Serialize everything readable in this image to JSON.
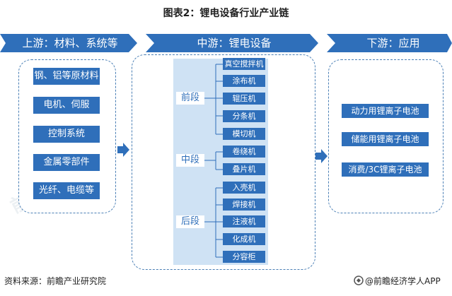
{
  "title": "图表2：锂电设备行业产业链",
  "headers": {
    "upstream": "上游：材料、系统等",
    "midstream": "中游：锂电设备",
    "downstream": "下游：应用"
  },
  "upstream_items": [
    "钢、铝等原材料",
    "电机、伺服",
    "控制系统",
    "金属零部件",
    "光纤、电缆等"
  ],
  "stages": [
    {
      "label": "前段",
      "processes": [
        "真空搅拌机",
        "涂布机",
        "辊压机",
        "分条机",
        "模切机"
      ]
    },
    {
      "label": "中段",
      "processes": [
        "卷绕机",
        "叠片机"
      ]
    },
    {
      "label": "后段",
      "processes": [
        "入壳机",
        "焊接机",
        "注液机",
        "化成机",
        "分容柜"
      ]
    }
  ],
  "downstream_items": [
    "动力用锂离子电池",
    "储能用锂离子电池",
    "消费/3C锂离子电池"
  ],
  "footer": {
    "source": "资料来源：前瞻产业研究院",
    "brand": "@前瞻经济学人APP"
  },
  "colors": {
    "primary": "#2f6fba",
    "light": "#cfe2f4",
    "dashed": "#4a7fb5"
  }
}
